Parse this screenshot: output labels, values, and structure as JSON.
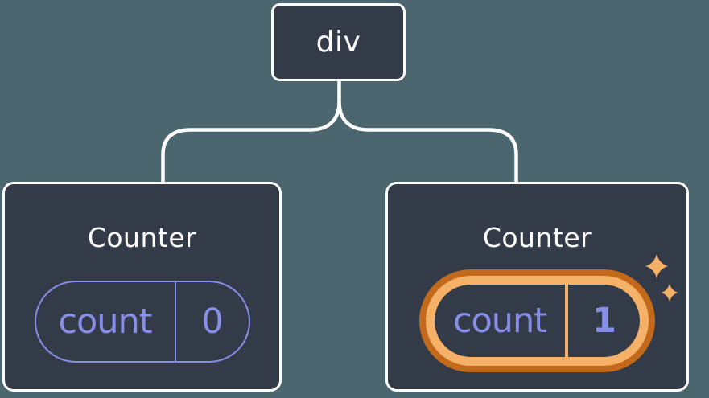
{
  "tree": {
    "root": {
      "label": "div"
    },
    "children": [
      {
        "title": "Counter",
        "state": {
          "key": "count",
          "value": "0"
        },
        "highlighted": false
      },
      {
        "title": "Counter",
        "state": {
          "key": "count",
          "value": "1"
        },
        "highlighted": true
      }
    ]
  },
  "icons": {
    "sparkles": "sparkles-icon"
  },
  "colors": {
    "background": "#4C6670",
    "card_fill": "#343B48",
    "card_border": "#FFFFFF",
    "connector": "#FFFFFF",
    "state_accent": "#878EE7",
    "highlight_outer": "#C2691C",
    "highlight_inner": "#F6B169",
    "sparkle": "#F6B169"
  }
}
